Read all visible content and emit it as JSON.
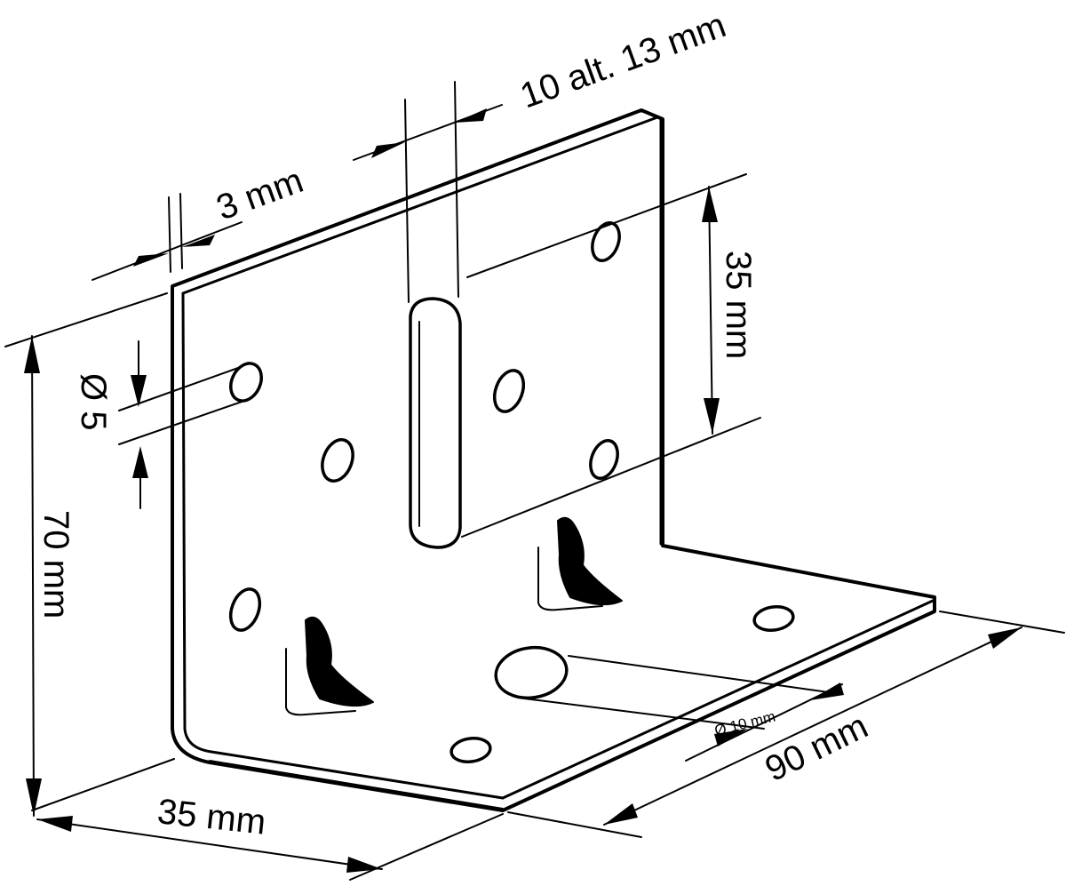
{
  "diagram": {
    "labels": {
      "slot_width": "10 alt. 13 mm",
      "thickness": "3 mm",
      "hole_spacing": "35 mm",
      "small_hole": "Ø 5",
      "height": "70 mm",
      "depth": "35 mm",
      "length": "90 mm",
      "large_hole": "Ø 10 mm"
    },
    "colors": {
      "line": "#000000",
      "background": "#ffffff"
    }
  }
}
